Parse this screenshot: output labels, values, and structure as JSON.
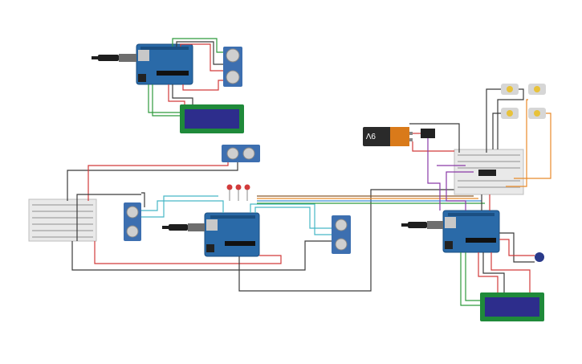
{
  "battery": {
    "label": "9V"
  },
  "colors": {
    "red": "#d23b3b",
    "black": "#3b3b3b",
    "green": "#2f9a3c",
    "orange": "#e88a2a",
    "blue": "#3a8ed0",
    "purple": "#8a3aa8",
    "cyan": "#47b8c6",
    "brown": "#8a5a2a"
  },
  "icons": {
    "arduino": "arduino-uno-board",
    "ultrasonic": "ultrasonic-sensor",
    "lcd": "lcd-16x2",
    "breadboard": "breadboard",
    "battery": "battery-9v",
    "motor": "dc-motor",
    "led": "red-led",
    "pot": "potentiometer",
    "usb": "usb-cable"
  }
}
